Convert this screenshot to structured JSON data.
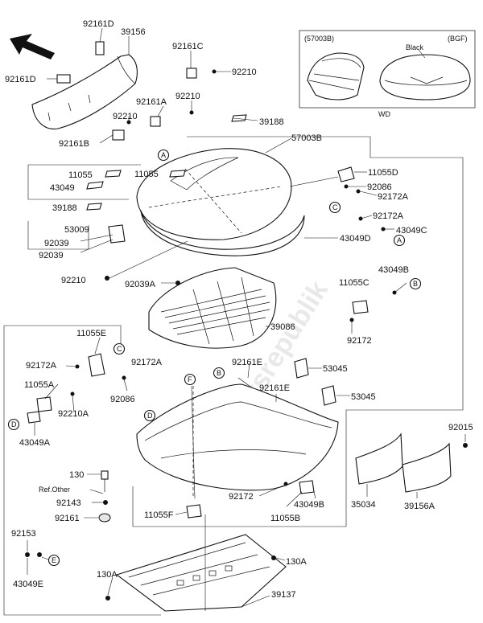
{
  "parts": {
    "p92161D_top": "92161D",
    "p39156": "39156",
    "p92161D_left": "92161D",
    "p92161C": "92161C",
    "p92210_a": "92210",
    "p92161A": "92161A",
    "p92210_b": "92210",
    "p92210_c": "92210",
    "p92161B": "92161B",
    "p39188_a": "39188",
    "p57003B": "57003B",
    "p11055_a": "11055",
    "p11055_b": "11055",
    "p43049": "43049",
    "p11055D": "11055D",
    "p92086_a": "92086",
    "p92172A_a": "92172A",
    "p39188_b": "39188",
    "p92172A_b": "92172A",
    "p53009": "53009",
    "p43049C": "43049C",
    "p92039_a": "92039",
    "p92039_b": "92039",
    "p43049D": "43049D",
    "p92210_d": "92210",
    "p92039A": "92039A",
    "p43049B_a": "43049B",
    "p11055C": "11055C",
    "p39086": "39086",
    "p92172": "92172",
    "p11055E": "11055E",
    "p92172A_c": "92172A",
    "p92172A_d": "92172A",
    "p92161E_a": "92161E",
    "p53045_a": "53045",
    "p11055A": "11055A",
    "p92161E_b": "92161E",
    "p92086_b": "92086",
    "p53045_b": "53045",
    "p92210A": "92210A",
    "p43049A": "43049A",
    "p92015": "92015",
    "p130": "130",
    "p_ref_other": "Ref.Other",
    "p92143": "92143",
    "p92172_b": "92172",
    "p11055B": "11055B",
    "p43049B_b": "43049B",
    "p92161": "92161",
    "p11055F": "11055F",
    "p35034": "35034",
    "p39156A": "39156A",
    "p92153": "92153",
    "p130A_a": "130A",
    "p43049E": "43049E",
    "p130A_b": "130A",
    "p39137": "39137"
  },
  "refs": {
    "A": "A",
    "B": "B",
    "C": "C",
    "D": "D",
    "E": "E",
    "F": "F"
  },
  "inset": {
    "part_code": "(57003B)",
    "color_code": "(BGF)",
    "color_name": "Black",
    "note": "WD"
  },
  "watermark": "Partsrepublik"
}
